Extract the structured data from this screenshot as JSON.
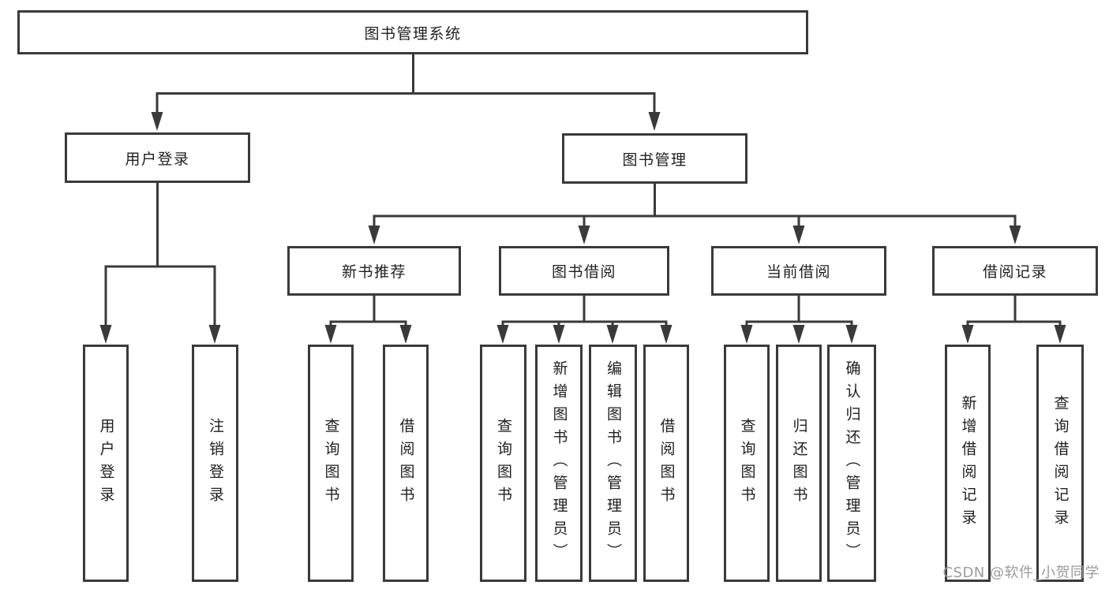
{
  "diagram": {
    "root": {
      "label": "图书管理系统"
    },
    "level2": {
      "user_login": {
        "label": "用户登录"
      },
      "book_management": {
        "label": "图书管理"
      }
    },
    "level3": {
      "new_book_recommend": {
        "label": "新书推荐"
      },
      "book_borrow": {
        "label": "图书借阅"
      },
      "current_borrow": {
        "label": "当前借阅"
      },
      "borrow_records": {
        "label": "借阅记录"
      }
    },
    "leaves": {
      "user_login": [
        {
          "label": "用户登录"
        },
        {
          "label": "注销登录"
        }
      ],
      "new_book_recommend": [
        {
          "label": "查询图书"
        },
        {
          "label": "借阅图书"
        }
      ],
      "book_borrow": [
        {
          "label": "查询图书"
        },
        {
          "label": "新增图书（管理员）"
        },
        {
          "label": "编辑图书（管理员）"
        },
        {
          "label": "借阅图书"
        }
      ],
      "current_borrow": [
        {
          "label": "查询图书"
        },
        {
          "label": "归还图书"
        },
        {
          "label": "确认归还（管理员）"
        }
      ],
      "borrow_records": [
        {
          "label": "新增借阅记录"
        },
        {
          "label": "查询借阅记录"
        }
      ]
    }
  },
  "watermark": {
    "text": "CSDN @软件_小贺同学"
  },
  "colors": {
    "line": "#3a3a3a",
    "box_border": "#3a3a3a",
    "box_fill": "#ffffff",
    "text": "#1f1f1f",
    "watermark": "#9b9b9b",
    "background": "#ffffff"
  }
}
